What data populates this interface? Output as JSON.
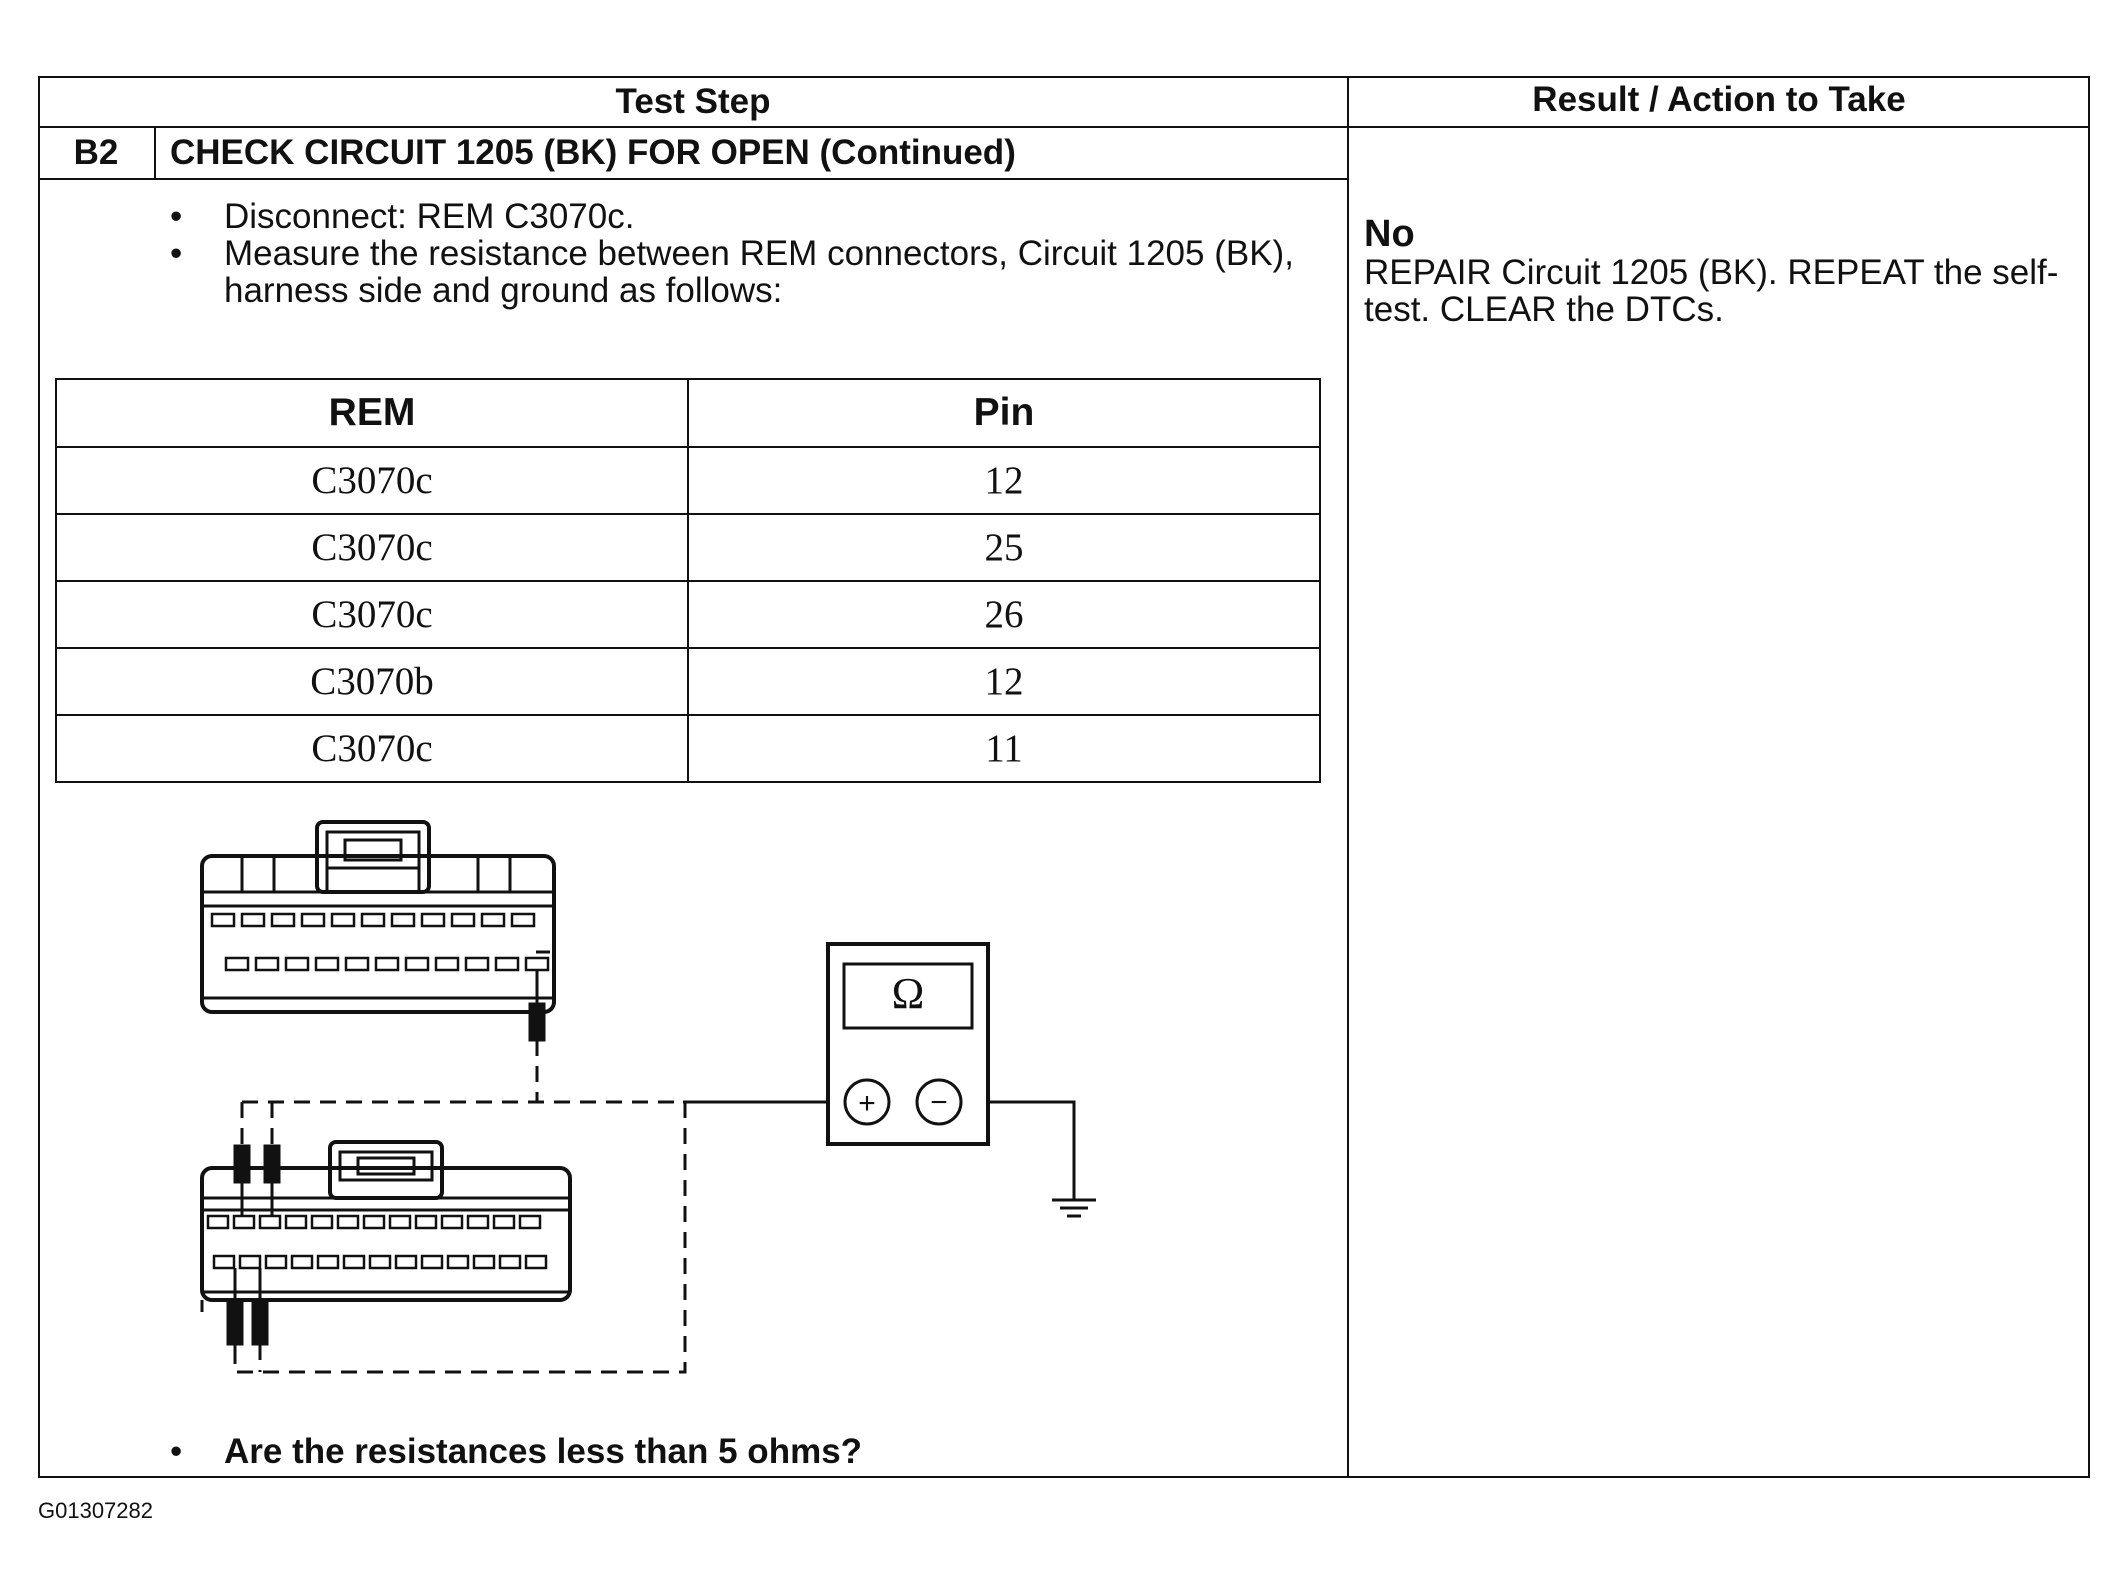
{
  "header": {
    "test_step": "Test Step",
    "result_action": "Result / Action to Take"
  },
  "step": {
    "id": "B2",
    "title": "CHECK CIRCUIT 1205 (BK) FOR OPEN (Continued)",
    "instructions": [
      "Disconnect: REM C3070c.",
      "Measure the resistance between REM connectors, Circuit 1205 (BK), harness side and ground as follows:"
    ],
    "table": {
      "headers": [
        "REM",
        "Pin"
      ],
      "rows": [
        [
          "C3070c",
          "12"
        ],
        [
          "C3070c",
          "25"
        ],
        [
          "C3070c",
          "26"
        ],
        [
          "C3070b",
          "12"
        ],
        [
          "C3070c",
          "11"
        ]
      ]
    },
    "meter_symbol": "Ω",
    "meter_plus": "+",
    "meter_minus": "−",
    "question": "Are the resistances less than 5 ohms?"
  },
  "result": {
    "answer": "No",
    "action": "REPAIR Circuit 1205 (BK). REPEAT the self-test. CLEAR the DTCs."
  },
  "figure_id": "G01307282"
}
